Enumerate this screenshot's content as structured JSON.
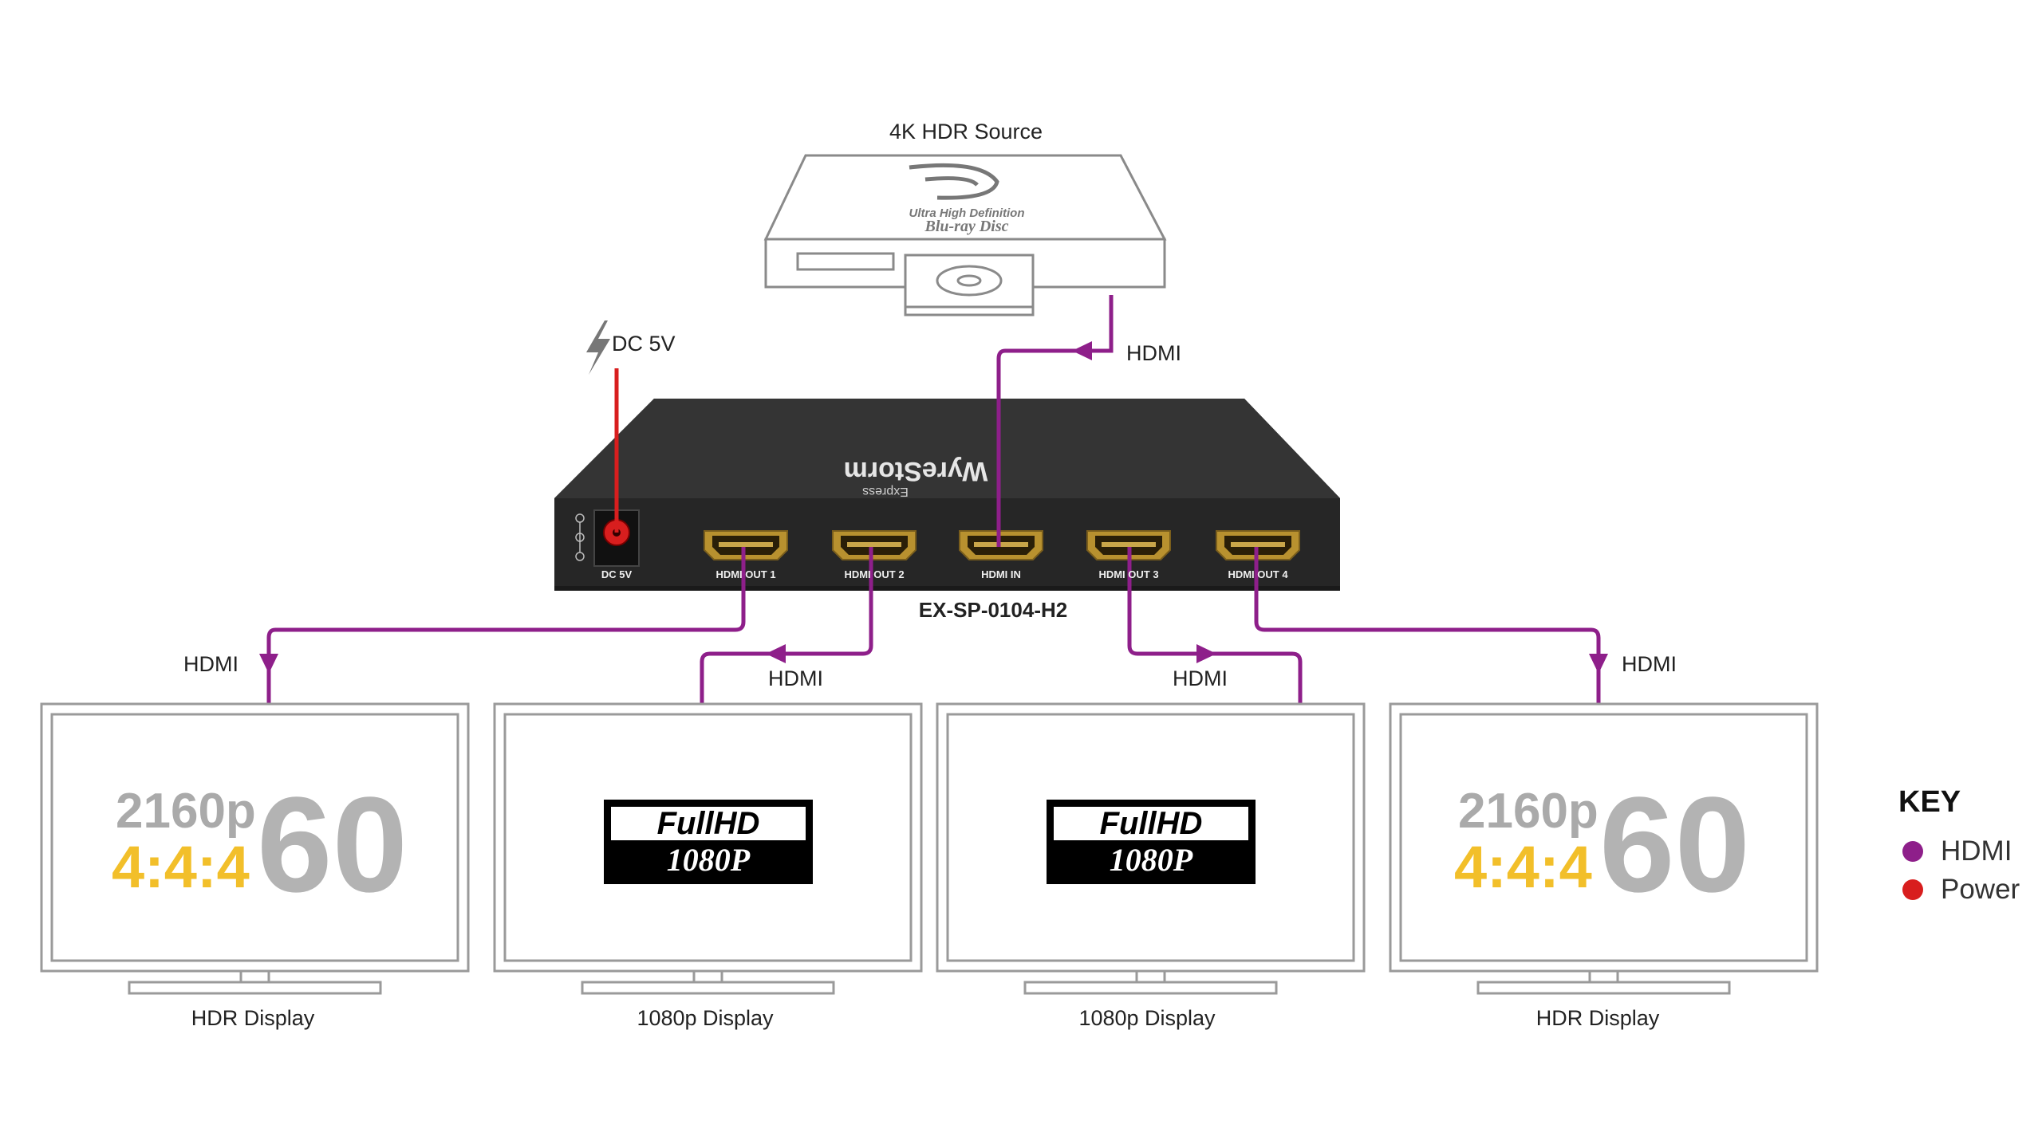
{
  "source": {
    "label": "4K HDR Source",
    "disc_brand_line1": "Ultra High Definition",
    "disc_brand_line2": "Blu-ray Disc"
  },
  "power": {
    "label": "DC 5V"
  },
  "device": {
    "model": "EX-SP-0104-H2",
    "brand": "WyreStorm",
    "brand_sub": "Express",
    "power_port_label": "DC 5V",
    "ports": [
      "HDMI OUT 1",
      "HDMI OUT 2",
      "HDMI IN",
      "HDMI OUT 3",
      "HDMI OUT 4"
    ]
  },
  "connections": {
    "input_label": "HDMI",
    "output_labels": [
      "HDMI",
      "HDMI",
      "HDMI",
      "HDMI"
    ]
  },
  "displays": [
    {
      "label": "HDR Display",
      "res_top": "2160p",
      "res_444": "4:4:4",
      "res_60": "60"
    },
    {
      "label": "1080p Display",
      "fhd_top": "FullHD",
      "fhd_bottom": "1080P"
    },
    {
      "label": "1080p Display",
      "fhd_top": "FullHD",
      "fhd_bottom": "1080P"
    },
    {
      "label": "HDR Display",
      "res_top": "2160p",
      "res_444": "4:4:4",
      "res_60": "60"
    }
  ],
  "key": {
    "title": "KEY",
    "items": [
      {
        "label": "HDMI",
        "color": "#8e1f8a"
      },
      {
        "label": "Power",
        "color": "#d81e1e"
      }
    ]
  },
  "colors": {
    "hdmi": "#8e1f8a",
    "power": "#d81e1e",
    "device_body": "#2b2b2b",
    "port_gold": "#b8912f"
  }
}
